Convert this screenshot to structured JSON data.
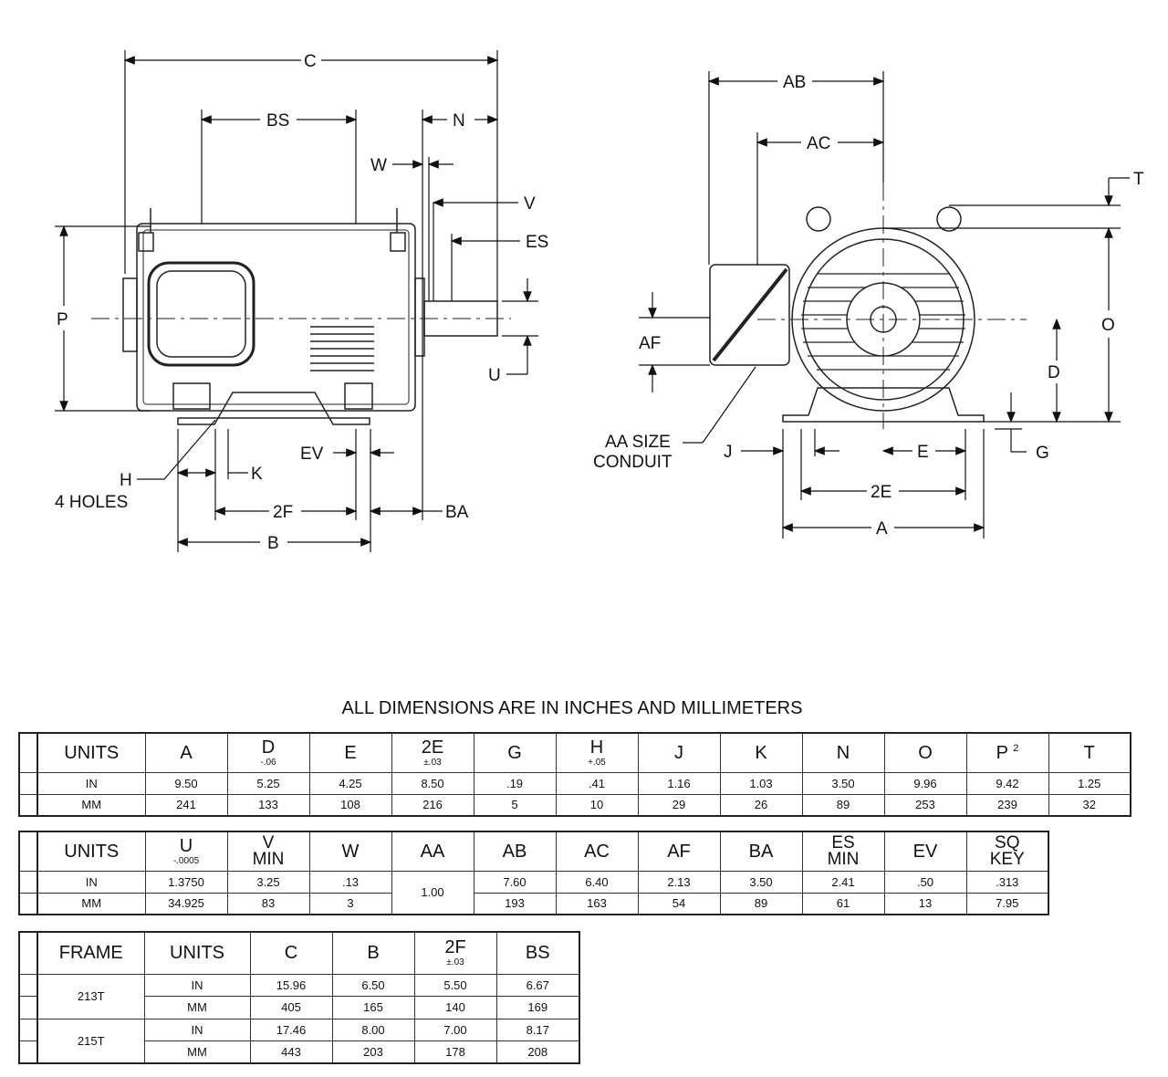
{
  "drawing": {
    "side_view_labels": {
      "C": "C",
      "BS": "BS",
      "N": "N",
      "W": "W",
      "V": "V",
      "ES": "ES",
      "P": "P",
      "U": "U",
      "EV": "EV",
      "H": "H",
      "H_note": "4 HOLES",
      "K": "K",
      "F2": "2F",
      "BA": "BA",
      "B": "B"
    },
    "end_view_labels": {
      "AB": "AB",
      "AC": "AC",
      "T": "T",
      "O": "O",
      "AF": "AF",
      "D": "D",
      "AA1": "AA SIZE",
      "AA2": "CONDUIT",
      "J": "J",
      "E": "E",
      "G": "G",
      "E2": "2E",
      "A": "A"
    }
  },
  "title": "ALL DIMENSIONS ARE IN INCHES AND MILLIMETERS",
  "table1": {
    "headers": [
      {
        "label": "UNITS"
      },
      {
        "label": "A"
      },
      {
        "label": "D",
        "tol": "-.06"
      },
      {
        "label": "E"
      },
      {
        "label": "2E",
        "tol": "±.03"
      },
      {
        "label": "G"
      },
      {
        "label": "H",
        "tol": "+.05"
      },
      {
        "label": "J"
      },
      {
        "label": "K"
      },
      {
        "label": "N"
      },
      {
        "label": "O"
      },
      {
        "label": "P",
        "sup": "2"
      },
      {
        "label": "T"
      }
    ],
    "rows": [
      [
        "IN",
        "9.50",
        "5.25",
        "4.25",
        "8.50",
        ".19",
        ".41",
        "1.16",
        "1.03",
        "3.50",
        "9.96",
        "9.42",
        "1.25"
      ],
      [
        "MM",
        "241",
        "133",
        "108",
        "216",
        "5",
        "10",
        "29",
        "26",
        "89",
        "253",
        "239",
        "32"
      ]
    ]
  },
  "table2": {
    "headers": [
      {
        "label": "UNITS"
      },
      {
        "label": "U",
        "tol": "-.0005"
      },
      {
        "label": "V",
        "sub": "MIN"
      },
      {
        "label": "W"
      },
      {
        "label": "AA"
      },
      {
        "label": "AB"
      },
      {
        "label": "AC"
      },
      {
        "label": "AF"
      },
      {
        "label": "BA"
      },
      {
        "label": "ES",
        "sub": "MIN"
      },
      {
        "label": "EV"
      },
      {
        "label": "SQ",
        "sub": "KEY"
      }
    ],
    "aa_value": "1.00",
    "rows": [
      [
        "IN",
        "1.3750",
        "3.25",
        ".13",
        "7.60",
        "6.40",
        "2.13",
        "3.50",
        "2.41",
        ".50",
        ".313"
      ],
      [
        "MM",
        "34.925",
        "83",
        "3",
        "193",
        "163",
        "54",
        "89",
        "61",
        "13",
        "7.95"
      ]
    ]
  },
  "table3": {
    "headers": [
      {
        "label": "FRAME"
      },
      {
        "label": "UNITS"
      },
      {
        "label": "C"
      },
      {
        "label": "B"
      },
      {
        "label": "2F",
        "tol": "±.03"
      },
      {
        "label": "BS"
      }
    ],
    "frames": [
      {
        "frame": "213T",
        "rows": [
          [
            "IN",
            "15.96",
            "6.50",
            "5.50",
            "6.67"
          ],
          [
            "MM",
            "405",
            "165",
            "140",
            "169"
          ]
        ]
      },
      {
        "frame": "215T",
        "rows": [
          [
            "IN",
            "17.46",
            "8.00",
            "7.00",
            "8.17"
          ],
          [
            "MM",
            "443",
            "203",
            "178",
            "208"
          ]
        ]
      }
    ]
  }
}
